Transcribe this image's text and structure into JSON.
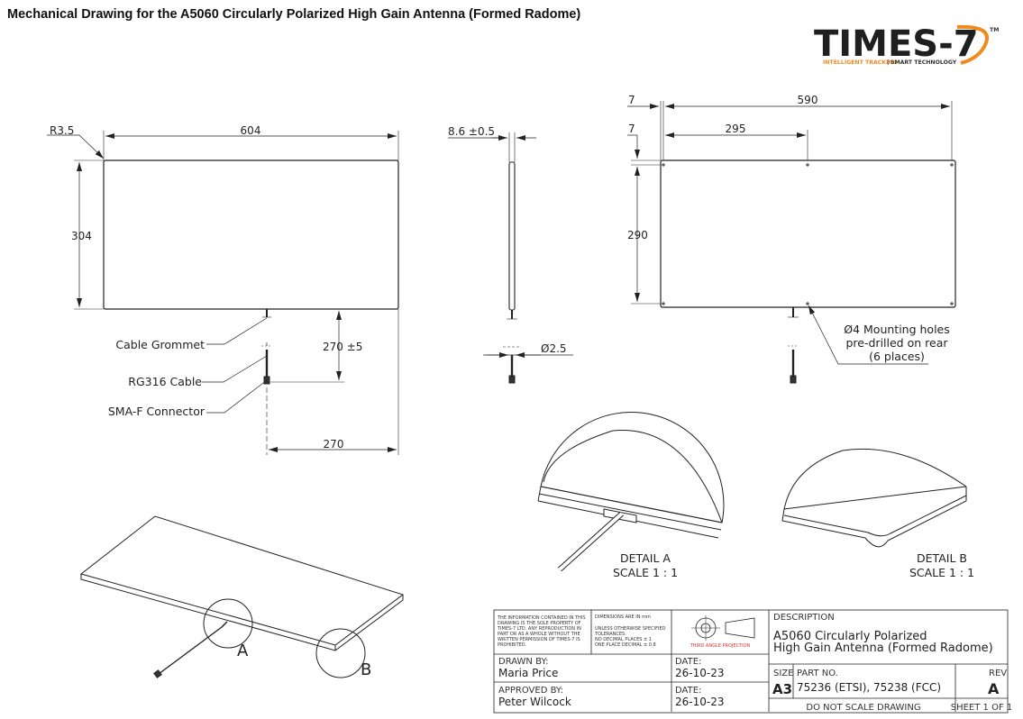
{
  "title": "Mechanical Drawing for the A5060 Circularly Polarized High Gain Antenna (Formed Radome)",
  "logo": {
    "text": "TIMES-7",
    "tagline_left": "INTELLIGENT TRACKING",
    "tagline_sep": "|",
    "tagline_right": "SMART TECHNOLOGY",
    "tm": "TM",
    "accent": "#f08a1c"
  },
  "front_view": {
    "radius": "R3.5",
    "width": "604",
    "height": "304",
    "cable_length": "270 ±5",
    "cable_offset": "270",
    "labels": [
      "Cable Grommet",
      "RG316 Cable",
      "SMA-F Connector"
    ]
  },
  "side_view": {
    "thickness": "8.6 ±0.5",
    "cable_diameter": "Ø2.5"
  },
  "rear_view": {
    "edge_top": "7",
    "edge_left": "7",
    "hole_span_x": "590",
    "hole_half_x": "295",
    "hole_span_y": "290",
    "holes_note": [
      "Ø4 Mounting holes",
      "pre-drilled on rear",
      "(6 places)"
    ]
  },
  "iso_view": {
    "callout_a": "A",
    "callout_b": "B"
  },
  "details": {
    "a_title": "DETAIL A",
    "a_scale": "SCALE 1 : 1",
    "b_title": "DETAIL B",
    "b_scale": "SCALE 1 : 1"
  },
  "title_block": {
    "notice": [
      "THE INFORMATION CONTAINED IN THIS",
      "DRAWING IS THE SOLE PROPERTY OF",
      "TIMES-7 LTD.  ANY REPRODUCTION IN",
      "PART OR AS A WHOLE WITHOUT THE",
      "WRITTEN PERMISSION OF TIMES-7 IS",
      "PROHIBITED."
    ],
    "units": "DIMENSIONS ARE IN mm",
    "tolerances": [
      "UNLESS OTHERWISE SPECIFIED",
      "TOLERANCES:",
      "NO DECIMAL PLACES ± 1",
      "ONE PLACE DECIMAL ± 0.8"
    ],
    "projection": "THIRD ANGLE PROJECTION",
    "drawn_by_label": "DRAWN BY:",
    "drawn_by": "Maria Price",
    "drawn_date_label": "DATE:",
    "drawn_date": "26-10-23",
    "approved_by_label": "APPROVED BY:",
    "approved_by": "Peter Wilcock",
    "approved_date_label": "DATE:",
    "approved_date": "26-10-23",
    "description_label": "DESCRIPTION",
    "description": [
      "A5060 Circularly Polarized",
      "High Gain Antenna (Formed Radome)"
    ],
    "size_label": "SIZE",
    "size": "A3",
    "part_no_label": "PART NO.",
    "part_no": "75236 (ETSI), 75238 (FCC)",
    "rev_label": "REV",
    "rev": "A",
    "scale_note": "DO NOT SCALE DRAWING",
    "sheet": "SHEET 1 OF 1"
  }
}
